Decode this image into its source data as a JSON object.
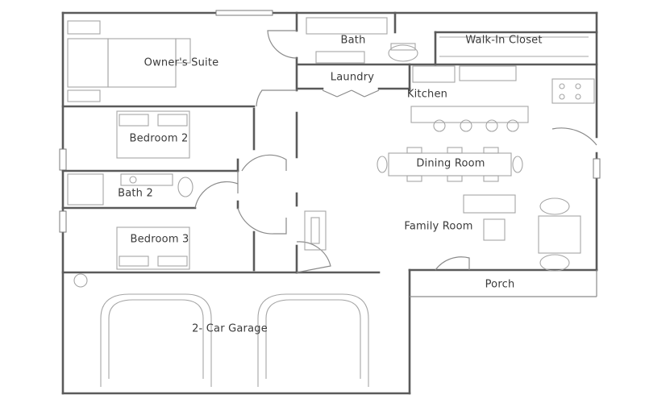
{
  "rooms": {
    "owners_suite": "Owner's Suite",
    "bath": "Bath",
    "walk_in_closet": "Walk-In Closet",
    "laundry": "Laundry",
    "kitchen": "Kitchen",
    "bedroom_2": "Bedroom 2",
    "dining_room": "Dining Room",
    "bath_2": "Bath 2",
    "family_room": "Family Room",
    "bedroom_3": "Bedroom 3",
    "porch": "Porch",
    "garage": "2- Car Garage"
  },
  "colors": {
    "wall": "#5a5a5a",
    "fixture": "#a5a5a5",
    "label": "#3a3a3a"
  }
}
